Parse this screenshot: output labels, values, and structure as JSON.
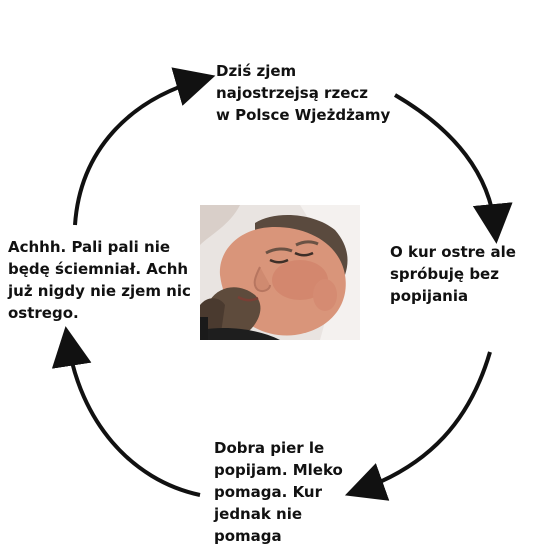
{
  "cycle": {
    "top": "Dziś zjem\nnajostrzejsą rzecz\nw Polsce  Wjeżdżamy",
    "right": "O kur      ostre ale\nspróbuję bez\npopijania",
    "bottom": "Dobra pier      le\npopijam. Mleko\npomaga. Kur\njednak nie\npomaga",
    "left": "Achhh. Pali pali nie\nbędę ściemniał. Achh\njuż nigdy nie zjem nic\nostrego."
  },
  "colors": {
    "arrow": "#111111",
    "background": "#ffffff",
    "text": "#111111"
  },
  "center_image": "photo of a man lying on a pillow with eyes closed"
}
